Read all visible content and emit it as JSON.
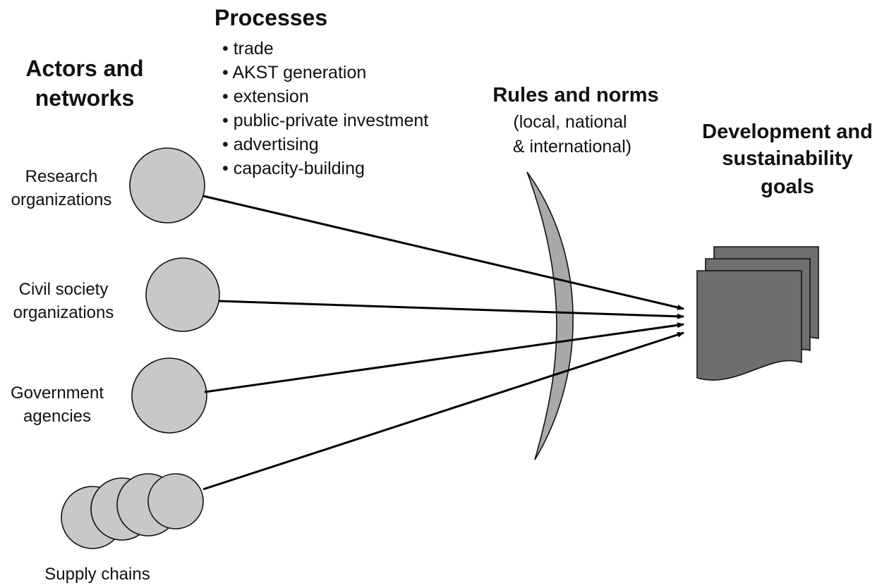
{
  "headings": {
    "actors_line1": "Actors and",
    "actors_line2": "networks",
    "processes": "Processes",
    "rules": "Rules and norms",
    "rules_sub_line1": "(local, national",
    "rules_sub_line2": "& international)",
    "goals_line1": "Development and",
    "goals_line2": "sustainability",
    "goals_line3": "goals"
  },
  "processes": [
    "• trade",
    "• AKST generation",
    "• extension",
    "• public-private investment",
    "• advertising",
    "• capacity-building"
  ],
  "actors": {
    "research_line1": "Research",
    "research_line2": "organizations",
    "civil_line1": "Civil society",
    "civil_line2": "organizations",
    "gov_line1": "Government",
    "gov_line2": "agencies",
    "supply": "Supply chains"
  },
  "colors": {
    "actor_fill": "#c8c8c8",
    "lens_fill": "#a9a9a9",
    "document_fill": "#6e6e6e",
    "line": "#000000"
  }
}
